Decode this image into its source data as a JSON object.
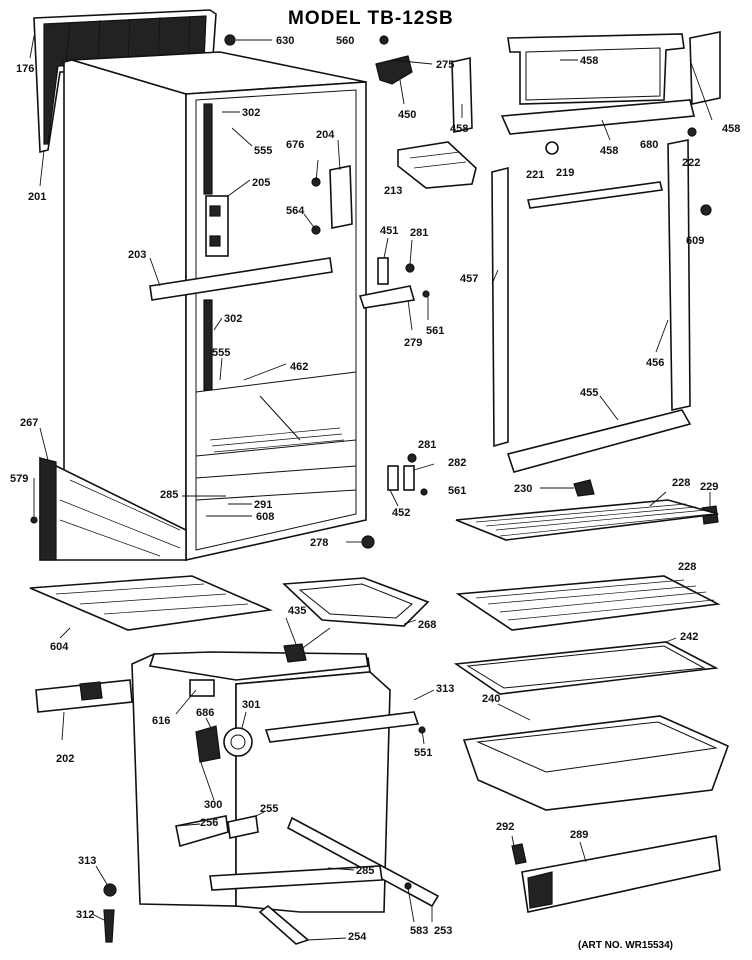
{
  "title": "MODEL   TB-12SB",
  "art_number": "(ART NO. WR15534)",
  "callouts": {
    "c176": "176",
    "c201": "201",
    "c630": "630",
    "c560": "560",
    "c275": "275",
    "c458a": "458",
    "c458b": "458",
    "c458c": "458",
    "c458d": "458",
    "c450": "450",
    "c302a": "302",
    "c302b": "302",
    "c555a": "555",
    "c555b": "555",
    "c676": "676",
    "c204": "204",
    "c205": "205",
    "c213": "213",
    "c221": "221",
    "c219": "219",
    "c680": "680",
    "c222": "222",
    "c609": "609",
    "c564": "564",
    "c451": "451",
    "c281a": "281",
    "c281b": "281",
    "c203": "203",
    "c457": "457",
    "c561a": "561",
    "c561b": "561",
    "c279": "279",
    "c456": "456",
    "c462": "462",
    "c455": "455",
    "c267": "267",
    "c579": "579",
    "c282": "282",
    "c285a": "285",
    "c285b": "285",
    "c291": "291",
    "c452": "452",
    "c230": "230",
    "c228a": "228",
    "c228b": "228",
    "c229": "229",
    "c608": "608",
    "c278": "278",
    "c604": "604",
    "c268": "268",
    "c435": "435",
    "c242": "242",
    "c313a": "313",
    "c313b": "313",
    "c240": "240",
    "c616": "616",
    "c686": "686",
    "c301": "301",
    "c202": "202",
    "c551": "551",
    "c300": "300",
    "c255": "255",
    "c256": "256",
    "c292": "292",
    "c289": "289",
    "c312": "312",
    "c583": "583",
    "c253": "253",
    "c254": "254"
  }
}
